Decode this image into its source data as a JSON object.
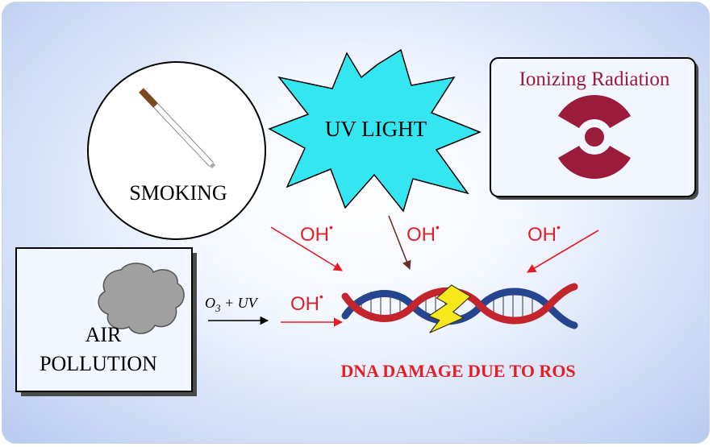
{
  "sources": {
    "smoking": {
      "label": "SMOKING"
    },
    "uv_light": {
      "label": "UV LIGHT"
    },
    "ionizing_radiation": {
      "label": "Ionizing Radiation"
    },
    "air_pollution": {
      "label_line1": "AIR",
      "label_line2": "POLLUTION"
    }
  },
  "radicals": {
    "symbol": "OH",
    "dot": "•"
  },
  "reaction": {
    "ozone": "O",
    "ozone_sub": "3",
    "plus_uv": " + UV"
  },
  "outcome": {
    "label": "DNA DAMAGE DUE TO ROS"
  },
  "colors": {
    "accent_red": "#e41e26",
    "radiation": "#9b1b3b",
    "uv_star": "#33e6f0",
    "dna_red": "#c4252c",
    "dna_blue": "#26458f",
    "lightning": "#f6e81a"
  }
}
